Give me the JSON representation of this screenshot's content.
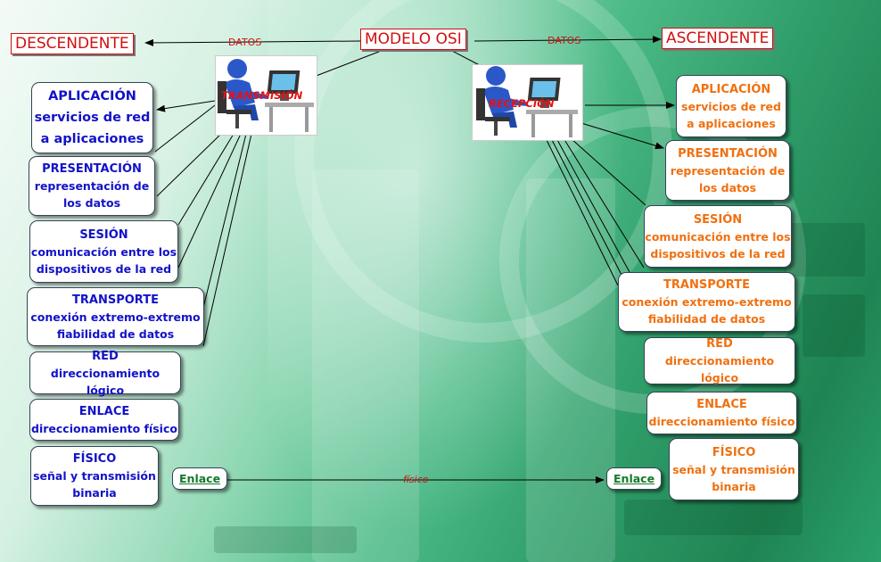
{
  "colors": {
    "title_red": "#d01010",
    "left_text_blue": "#1212c8",
    "right_text_orange": "#f07010",
    "enlace_green": "#157a2a"
  },
  "titles": {
    "center": "MODELO OSI",
    "left": "DESCENDENTE",
    "right": "ASCENDENTE"
  },
  "links": {
    "datos_left": "DATOS",
    "datos_right": "DATOS",
    "fisico": "físico"
  },
  "clipart": {
    "left": {
      "icon": "person-at-computer-icon",
      "label": "TRANSMISIÓN"
    },
    "right": {
      "icon": "person-at-computer-icon",
      "label": "RECEPCIÓN"
    }
  },
  "layers_left": [
    {
      "title": "APLICACIÓN",
      "lines": [
        "servicios de red",
        "a aplicaciones"
      ]
    },
    {
      "title": "PRESENTACIÓN",
      "lines": [
        "representación de",
        "los datos"
      ]
    },
    {
      "title": "SESIÓN",
      "lines": [
        "comunicación entre los",
        "dispositivos de la red"
      ]
    },
    {
      "title": "TRANSPORTE",
      "lines": [
        "conexión extremo-extremo",
        "fiabilidad de datos"
      ]
    },
    {
      "title": "RED",
      "lines": [
        "direccionamiento lógico"
      ]
    },
    {
      "title": "ENLACE",
      "lines": [
        "direccionamiento físico"
      ]
    },
    {
      "title": "FÍSICO",
      "lines": [
        "señal y transmisión",
        "binaria"
      ]
    }
  ],
  "layers_right": [
    {
      "title": "APLICACIÓN",
      "lines": [
        "servicios de red",
        "a aplicaciones"
      ]
    },
    {
      "title": "PRESENTACIÓN",
      "lines": [
        "representación de",
        "los datos"
      ]
    },
    {
      "title": "SESIÓN",
      "lines": [
        "comunicación entre los",
        "dispositivos de la red"
      ]
    },
    {
      "title": "TRANSPORTE",
      "lines": [
        "conexión extremo-extremo",
        "fiabilidad de datos"
      ]
    },
    {
      "title": "RED",
      "lines": [
        "direccionamiento lógico"
      ]
    },
    {
      "title": "ENLACE",
      "lines": [
        "direccionamiento físico"
      ]
    },
    {
      "title": "FÍSICO",
      "lines": [
        "señal y transmisión",
        "binaria"
      ]
    }
  ],
  "enlace": {
    "left": "Enlace",
    "right": "Enlace"
  }
}
